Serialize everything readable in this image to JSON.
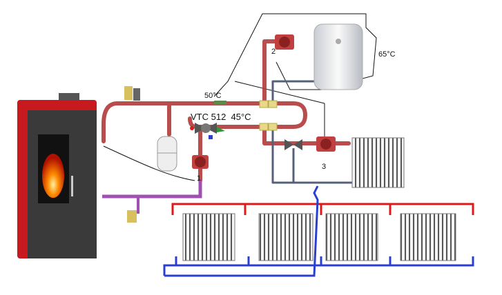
{
  "labels": {
    "temp_50": "50°C",
    "valve_label": "VTC 512  45°C",
    "temp_65": "65°C",
    "pump_1": "1",
    "pump_2": "2",
    "pump_3": "3"
  },
  "colors": {
    "supply": "#b23a3a",
    "return": "#56607a",
    "floor_supply": "#e01818",
    "floor_return": "#2a3fd0",
    "stove_frame": "#c8191e",
    "stove_body": "#3a3a3a"
  }
}
